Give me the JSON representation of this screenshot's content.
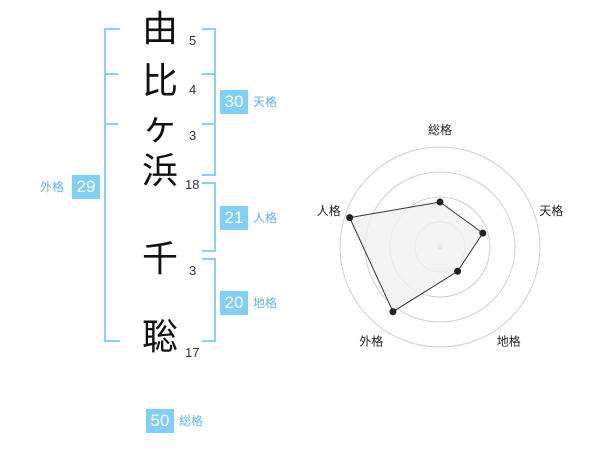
{
  "name": {
    "chars": [
      {
        "char": "由",
        "strokes": "5"
      },
      {
        "char": "比",
        "strokes": "4"
      },
      {
        "char": "ヶ",
        "strokes": "3"
      },
      {
        "char": "浜",
        "strokes": "18"
      },
      {
        "char": "千",
        "strokes": "3"
      },
      {
        "char": "聡",
        "strokes": "17"
      }
    ]
  },
  "kaku": {
    "tenkaku": {
      "value": "30",
      "label": "天格"
    },
    "jinkaku": {
      "value": "21",
      "label": "人格"
    },
    "chikaku": {
      "value": "20",
      "label": "地格"
    },
    "gaikaku": {
      "value": "29",
      "label": "外格"
    },
    "soukaku": {
      "value": "50",
      "label": "総格"
    }
  },
  "chart_data": {
    "type": "radar",
    "axes": [
      "総格",
      "天格",
      "地格",
      "外格",
      "人格"
    ],
    "values": [
      0.45,
      0.45,
      0.3,
      0.8,
      0.95
    ],
    "range": [
      0,
      1
    ],
    "rings": 4,
    "colors": {
      "fill": "#f0f0f0",
      "line": "#333333",
      "ring": "#d0d0d0",
      "point": "#222222"
    }
  }
}
